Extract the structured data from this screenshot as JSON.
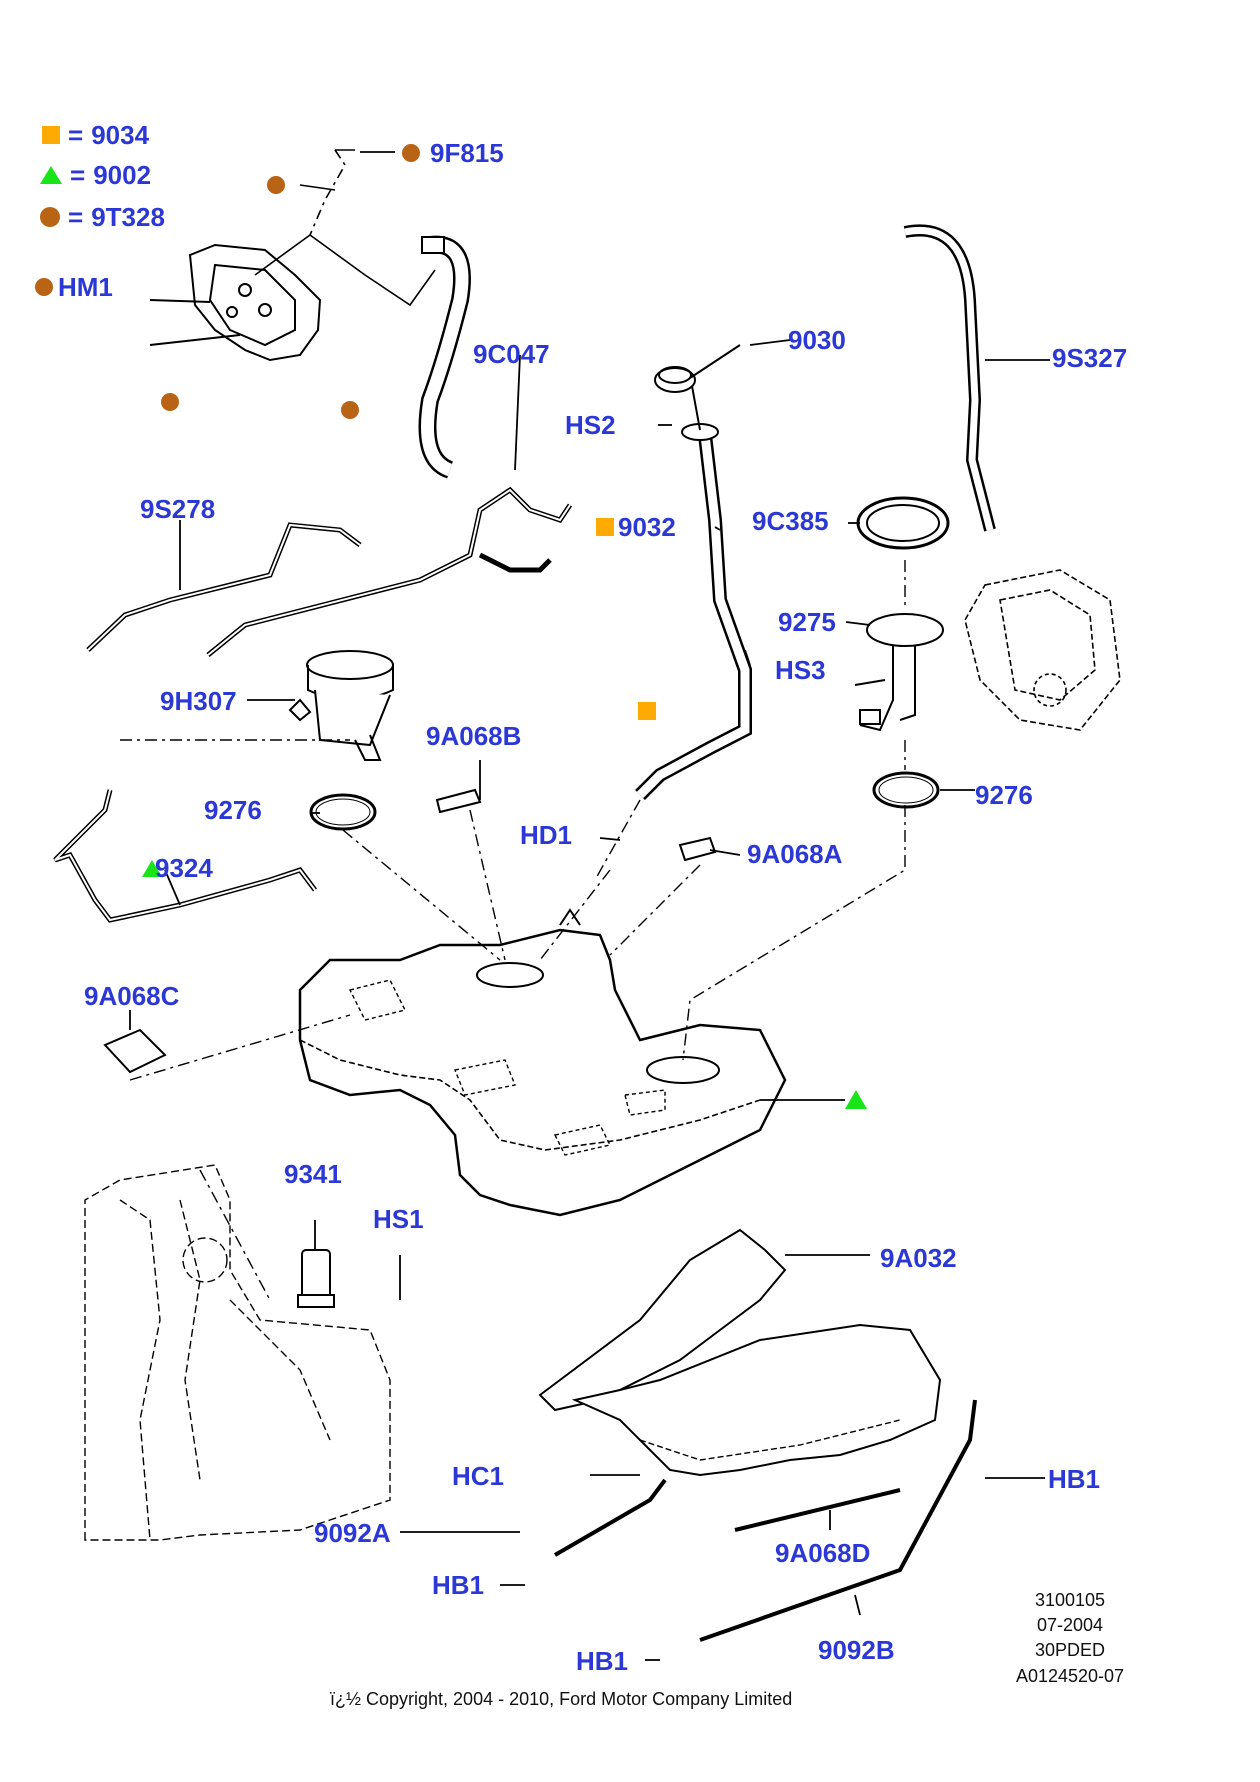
{
  "legend": [
    {
      "symbol": "square-orange",
      "code": "9034"
    },
    {
      "symbol": "triangle-green",
      "code": "9002"
    },
    {
      "symbol": "dot-brown",
      "code": "9T328"
    }
  ],
  "callouts": {
    "c_9F815": "9F815",
    "c_HM1": "HM1",
    "c_9C047": "9C047",
    "c_9030": "9030",
    "c_9S327": "9S327",
    "c_HS2": "HS2",
    "c_9S278": "9S278",
    "c_9032": "9032",
    "c_9C385": "9C385",
    "c_9275": "9275",
    "c_HS3": "HS3",
    "c_9H307": "9H307",
    "c_9A068B": "9A068B",
    "c_9276_left": "9276",
    "c_9276_right": "9276",
    "c_HD1": "HD1",
    "c_9A068A": "9A068A",
    "c_9324": "9324",
    "c_9A068C": "9A068C",
    "c_9341": "9341",
    "c_HS1": "HS1",
    "c_9A032": "9A032",
    "c_HC1": "HC1",
    "c_HB1_right": "HB1",
    "c_9092A": "9092A",
    "c_9A068D": "9A068D",
    "c_HB1_left": "HB1",
    "c_9092B": "9092B",
    "c_HB1_bottom": "HB1"
  },
  "meta": {
    "code1": "3100105",
    "date": "07-2004",
    "code2": "30PDED",
    "ref": "A0124520-07"
  },
  "copyright": "ï¿½ Copyright, 2004 - 2010, Ford Motor Company Limited",
  "colors": {
    "label": "#2b38d6",
    "square": "#ffaa00",
    "triangle": "#18e418",
    "dot": "#b86414"
  }
}
